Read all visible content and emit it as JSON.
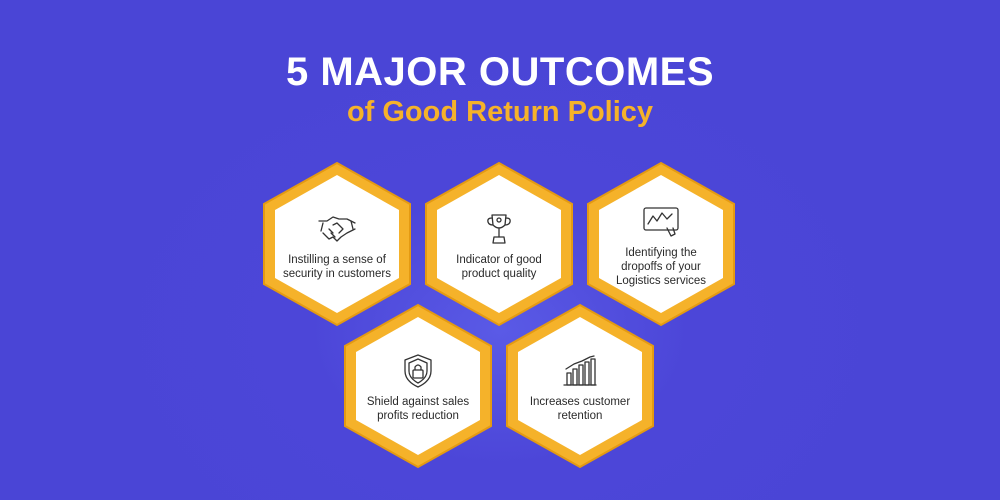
{
  "header": {
    "title": "5 MAJOR OUTCOMES",
    "subtitle": "of Good Return Policy"
  },
  "colors": {
    "background": "#4a45d6",
    "accent": "#f5b22a",
    "card": "#ffffff"
  },
  "outcomes": [
    {
      "label": "Instilling a sense of security in customers",
      "icon": "handshake-icon"
    },
    {
      "label": "Indicator of good product quality",
      "icon": "trophy-icon"
    },
    {
      "label": "Identifying the dropoffs of your Logistics services",
      "icon": "chart-tablet-icon"
    },
    {
      "label": "Shield against sales profits reduction",
      "icon": "shield-lock-icon"
    },
    {
      "label": "Increases customer retention",
      "icon": "bar-chart-icon"
    }
  ]
}
